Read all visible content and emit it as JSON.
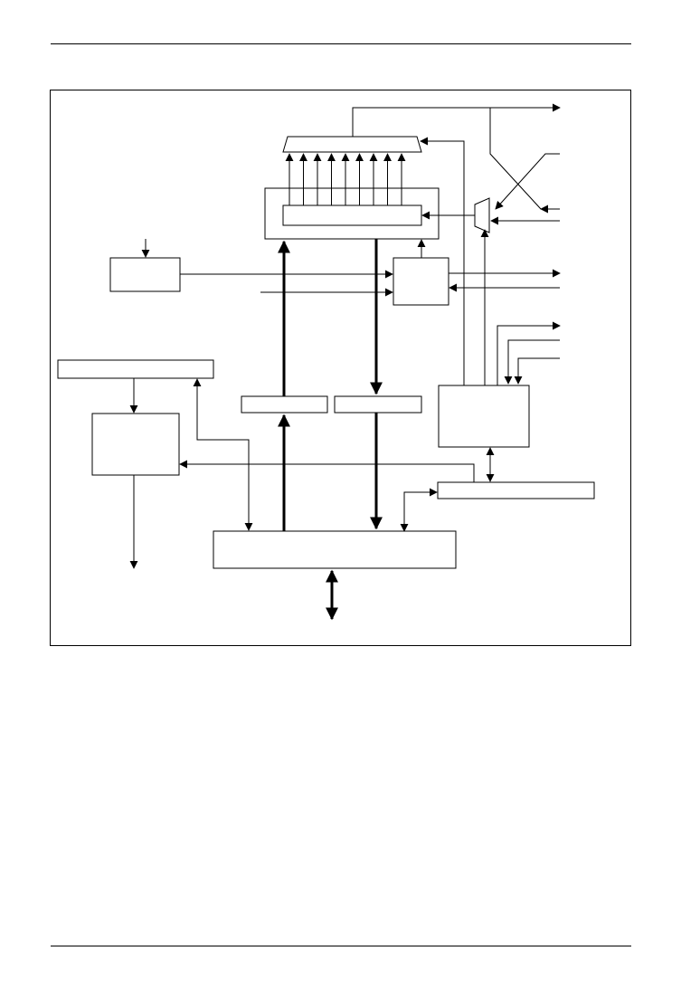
{
  "page": {
    "header_rule": true,
    "footer_rule": true
  },
  "diagram": {
    "kind": "block-diagram",
    "blocks": [
      {
        "id": "top-mux",
        "shape": "trapezoid",
        "label": ""
      },
      {
        "id": "top-register-outer",
        "shape": "rect",
        "label": ""
      },
      {
        "id": "top-register-inner",
        "shape": "rect",
        "label": ""
      },
      {
        "id": "small-mux",
        "shape": "trapezoid",
        "label": ""
      },
      {
        "id": "left-input-block",
        "shape": "rect",
        "label": ""
      },
      {
        "id": "center-logic-block",
        "shape": "rect",
        "label": ""
      },
      {
        "id": "left-bar",
        "shape": "rect",
        "label": ""
      },
      {
        "id": "left-tall-block",
        "shape": "rect",
        "label": ""
      },
      {
        "id": "mid-left-buffer",
        "shape": "rect",
        "label": ""
      },
      {
        "id": "mid-right-buffer",
        "shape": "rect",
        "label": ""
      },
      {
        "id": "right-control-block",
        "shape": "rect",
        "label": ""
      },
      {
        "id": "right-bar",
        "shape": "rect",
        "label": ""
      },
      {
        "id": "bottom-interface-block",
        "shape": "rect",
        "label": ""
      }
    ],
    "parallel_bit_lines": 9,
    "line_color": "#000000",
    "background": "#ffffff"
  }
}
